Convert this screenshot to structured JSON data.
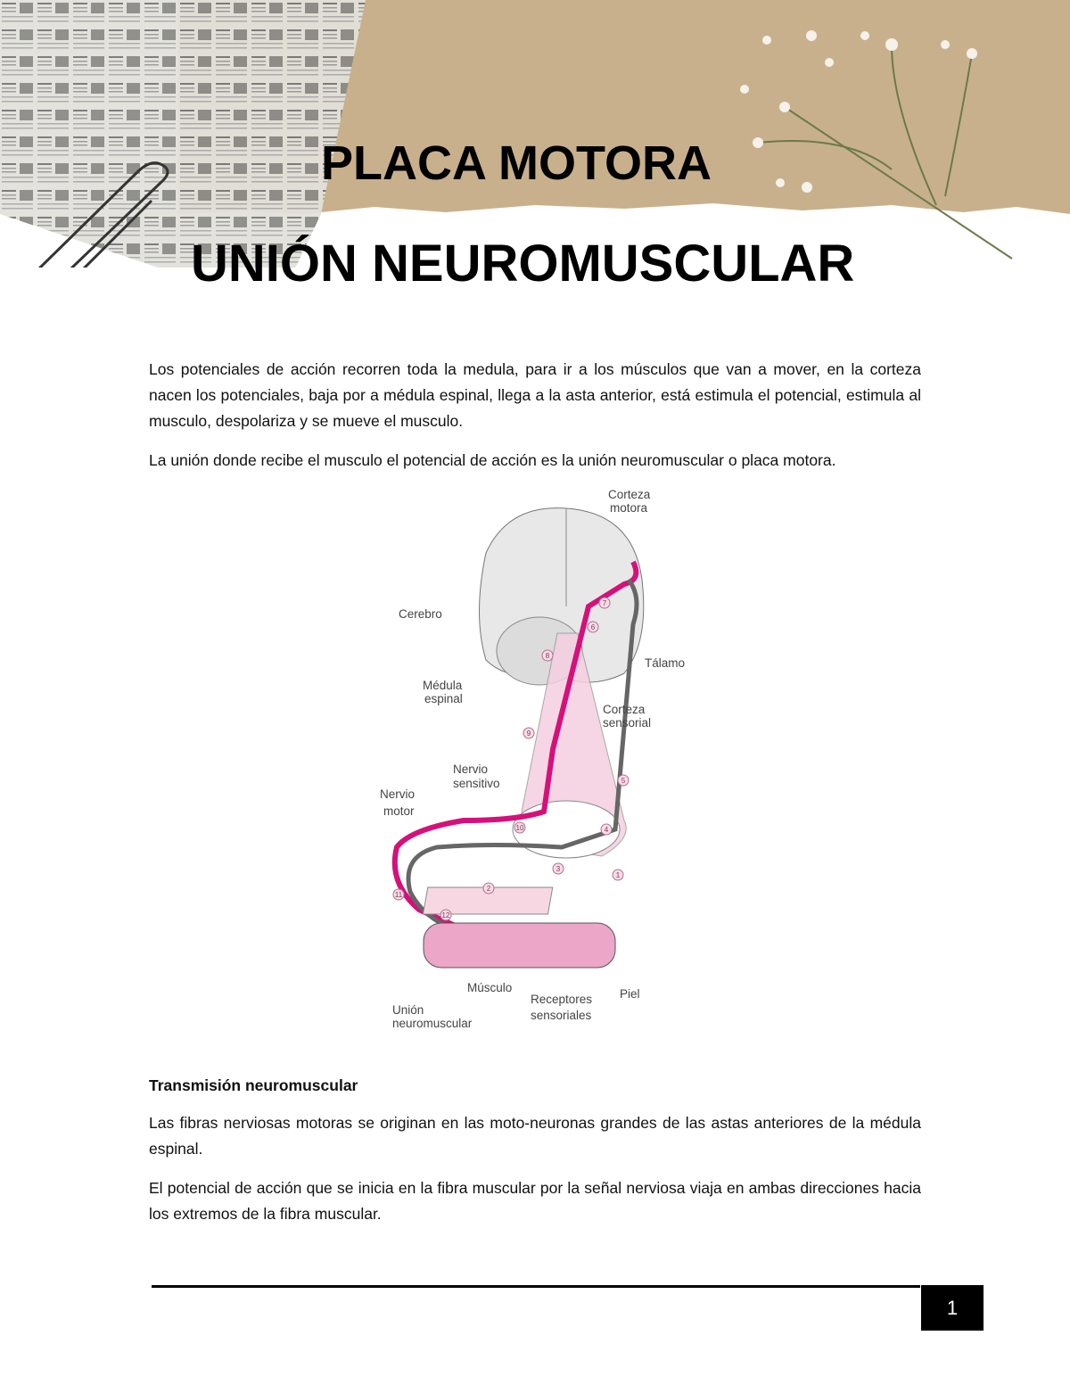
{
  "header": {
    "title_line1": "PLACA MOTORA",
    "title_line2": "UNIÓN NEUROMUSCULAR"
  },
  "intro": {
    "paragraphs": [
      "Los potenciales de acción recorren toda la medula, para ir a los músculos que van a mover, en la corteza nacen los potenciales, baja por a médula espinal, llega a la asta anterior, está estimula el potencial, estimula al musculo, despolariza y se mueve el musculo.",
      "La unión donde recibe el musculo el potencial de acción es la unión neuromuscular o placa motora."
    ]
  },
  "diagram": {
    "labels": {
      "corteza_motora": [
        "Corteza",
        "motora"
      ],
      "cerebro": "Cerebro",
      "talamo": "Tálamo",
      "medula_espinal": [
        "Médula",
        "espinal"
      ],
      "corteza_sensorial": [
        "Corteza",
        "sensorial"
      ],
      "nervio_sensitivo": [
        "Nervio",
        "sensitivo"
      ],
      "nervio_motor": [
        "Nervio",
        "motor"
      ],
      "musculo": "Músculo",
      "receptores_sensoriales": [
        "Receptores",
        "sensoriales"
      ],
      "piel": "Piel",
      "union_neuromuscular": [
        "Unión",
        "neuromuscular"
      ]
    },
    "steps": [
      "1",
      "2",
      "3",
      "4",
      "5",
      "6",
      "7",
      "8",
      "9",
      "10",
      "11",
      "12"
    ],
    "colors": {
      "motor": "#d6107a",
      "sensory": "#666666",
      "pink_fill": "#f5cfe0"
    }
  },
  "section": {
    "heading": "Transmisión neuromuscular",
    "paragraphs": [
      "Las fibras nerviosas motoras se originan en las moto-neuronas grandes de las astas anteriores de la médula espinal.",
      "El potencial de acción que se inicia en la fibra muscular por la señal nerviosa viaja en ambas direcciones hacia los extremos de la fibra muscular."
    ]
  },
  "footer": {
    "page_number": "1"
  }
}
